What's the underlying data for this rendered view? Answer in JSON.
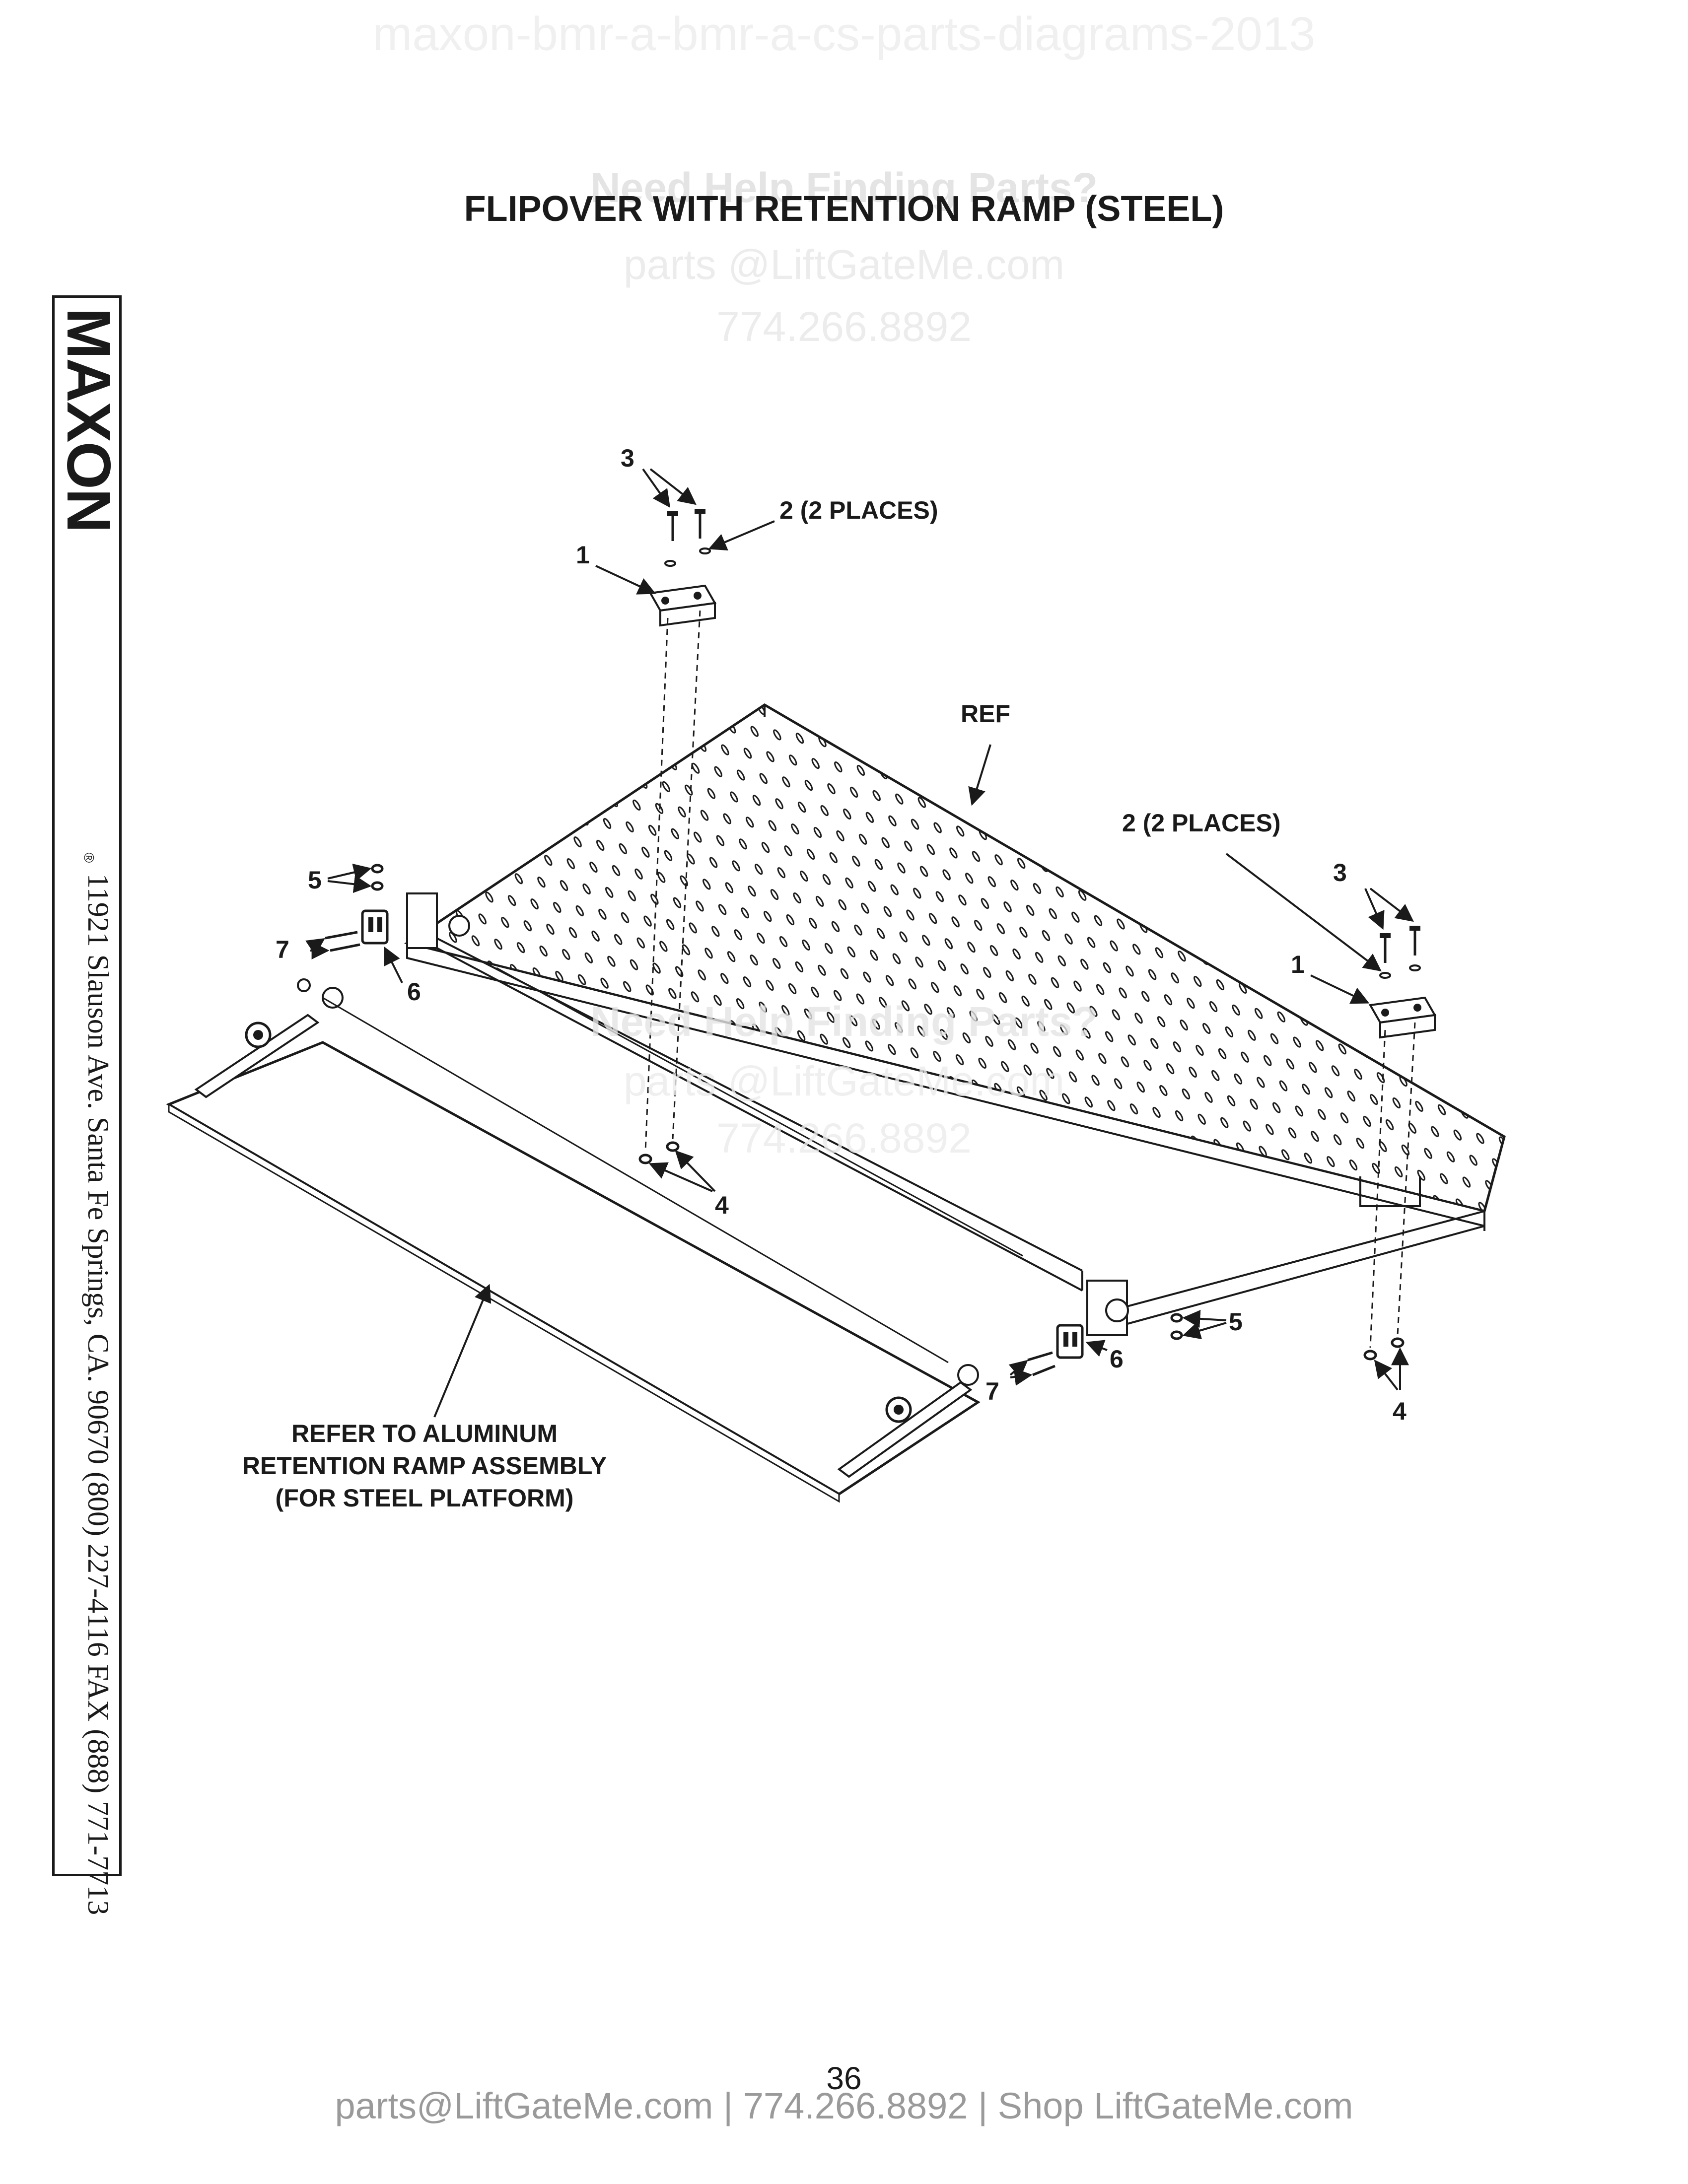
{
  "watermarks": {
    "header": "maxon-bmr-a-bmr-a-cs-parts-diagrams-2013",
    "top_heading": "Need Help Finding Parts?",
    "top_email": "parts @LiftGateMe.com",
    "top_phone": "774.266.8892",
    "mid_heading": "Need Help Finding Parts?",
    "mid_email": "parts @LiftGateMe.com",
    "mid_phone": "774.266.8892"
  },
  "title": "FLIPOVER WITH RETENTION RAMP (STEEL)",
  "sidebar": {
    "brand": "MAXON",
    "registered_mark": "®",
    "address": "11921 Slauson Ave.  Santa Fe Springs, CA.  90670  (800) 227-4116  FAX (888) 771-7713"
  },
  "callouts": {
    "c1_left": "1",
    "c1_right": "1",
    "c2_left": "2 (2 PLACES)",
    "c2_right": "2 (2 PLACES)",
    "c3_left": "3",
    "c3_right": "3",
    "c4_left": "4",
    "c4_right": "4",
    "c5_left": "5",
    "c5_right": "5",
    "c6_left": "6",
    "c6_right": "6",
    "c7_left": "7",
    "c7_right": "7",
    "ref": "REF"
  },
  "note": {
    "line1": "REFER TO ALUMINUM",
    "line2": "RETENTION RAMP ASSEMBLY",
    "line3": "(FOR STEEL PLATFORM)"
  },
  "page_number": "36",
  "footer": "parts@LiftGateMe.com | 774.266.8892 | Shop LiftGateMe.com"
}
